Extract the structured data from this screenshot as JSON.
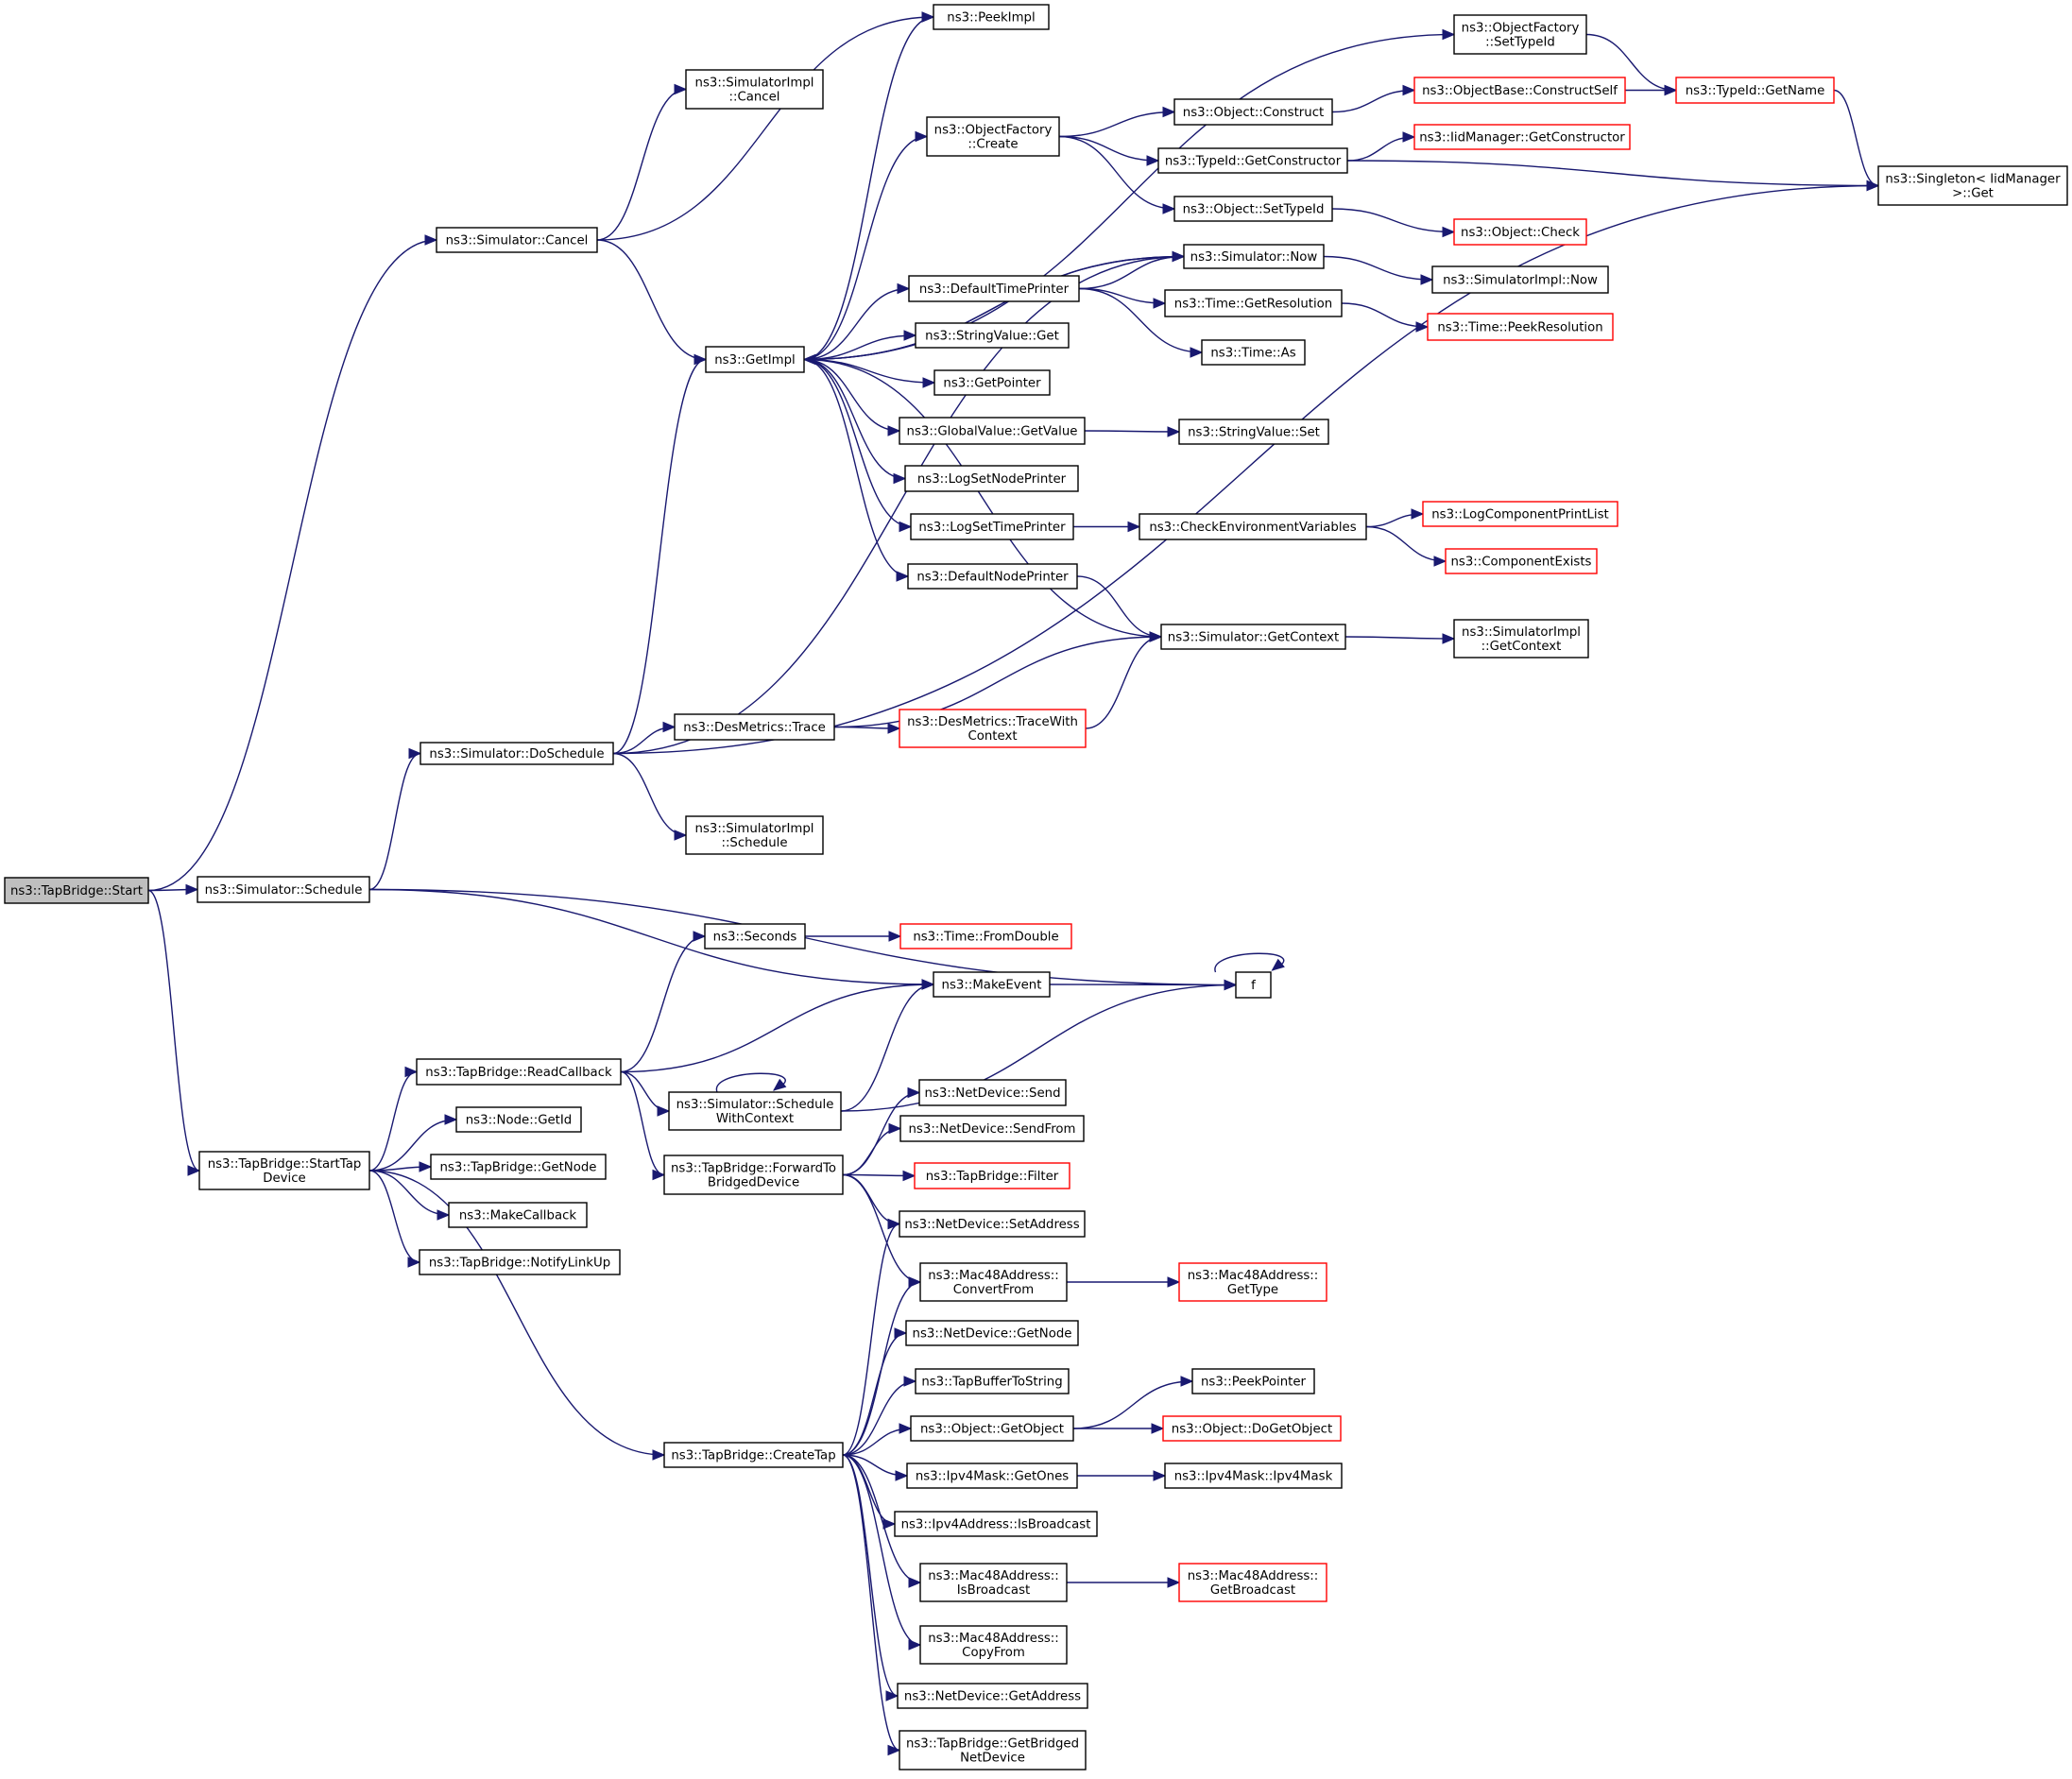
{
  "colors": {
    "edge": "#191970",
    "node_border": "#000000",
    "truncated_node_border": "#ff0000",
    "root_fill": "#bfbfbf",
    "node_fill": "#ffffff"
  },
  "nodes": {
    "start": {
      "lines": [
        "ns3::TapBridge::Start"
      ],
      "style": "root"
    },
    "sim_cancel": {
      "lines": [
        "ns3::Simulator::Cancel"
      ],
      "style": "normal"
    },
    "simimpl_cancel": {
      "lines": [
        "ns3::SimulatorImpl",
        "::Cancel"
      ],
      "style": "normal"
    },
    "peekimpl": {
      "lines": [
        "ns3::PeekImpl"
      ],
      "style": "normal"
    },
    "getimpl": {
      "lines": [
        "ns3::GetImpl"
      ],
      "style": "normal"
    },
    "of_settypeid": {
      "lines": [
        "ns3::ObjectFactory",
        "::SetTypeId"
      ],
      "style": "normal"
    },
    "of_create": {
      "lines": [
        "ns3::ObjectFactory",
        "::Create"
      ],
      "style": "normal"
    },
    "obj_construct": {
      "lines": [
        "ns3::Object::Construct"
      ],
      "style": "normal"
    },
    "objbase_constructself": {
      "lines": [
        "ns3::ObjectBase::ConstructSelf"
      ],
      "style": "red"
    },
    "typeid_getname": {
      "lines": [
        "ns3::TypeId::GetName"
      ],
      "style": "red"
    },
    "iidmanager_getconstructor": {
      "lines": [
        "ns3::IidManager::GetConstructor"
      ],
      "style": "red"
    },
    "typeid_getconstructor": {
      "lines": [
        "ns3::TypeId::GetConstructor"
      ],
      "style": "normal"
    },
    "singleton_get": {
      "lines": [
        "ns3::Singleton< IidManager",
        " >::Get"
      ],
      "style": "normal"
    },
    "obj_settypeid": {
      "lines": [
        "ns3::Object::SetTypeId"
      ],
      "style": "normal"
    },
    "obj_check": {
      "lines": [
        "ns3::Object::Check"
      ],
      "style": "red"
    },
    "sim_now": {
      "lines": [
        "ns3::Simulator::Now"
      ],
      "style": "normal"
    },
    "simimpl_now": {
      "lines": [
        "ns3::SimulatorImpl::Now"
      ],
      "style": "normal"
    },
    "defaulttimeprinter": {
      "lines": [
        "ns3::DefaultTimePrinter"
      ],
      "style": "normal"
    },
    "time_getresolution": {
      "lines": [
        "ns3::Time::GetResolution"
      ],
      "style": "normal"
    },
    "time_peekresolution": {
      "lines": [
        "ns3::Time::PeekResolution"
      ],
      "style": "red"
    },
    "time_as": {
      "lines": [
        "ns3::Time::As"
      ],
      "style": "normal"
    },
    "stringvalue_get": {
      "lines": [
        "ns3::StringValue::Get"
      ],
      "style": "normal"
    },
    "getpointer": {
      "lines": [
        "ns3::GetPointer"
      ],
      "style": "normal"
    },
    "globalvalue_getvalue": {
      "lines": [
        "ns3::GlobalValue::GetValue"
      ],
      "style": "normal"
    },
    "stringvalue_set": {
      "lines": [
        "ns3::StringValue::Set"
      ],
      "style": "normal"
    },
    "logsetnodeprinter": {
      "lines": [
        "ns3::LogSetNodePrinter"
      ],
      "style": "normal"
    },
    "logsettimeprinter": {
      "lines": [
        "ns3::LogSetTimePrinter"
      ],
      "style": "normal"
    },
    "checkenv": {
      "lines": [
        "ns3::CheckEnvironmentVariables"
      ],
      "style": "normal"
    },
    "logcomponentprintlist": {
      "lines": [
        "ns3::LogComponentPrintList"
      ],
      "style": "red"
    },
    "componentexists": {
      "lines": [
        "ns3::ComponentExists"
      ],
      "style": "red"
    },
    "defaultnodeprinter": {
      "lines": [
        "ns3::DefaultNodePrinter"
      ],
      "style": "normal"
    },
    "sim_getcontext": {
      "lines": [
        "ns3::Simulator::GetContext"
      ],
      "style": "normal"
    },
    "simimpl_getcontext": {
      "lines": [
        "ns3::SimulatorImpl",
        "::GetContext"
      ],
      "style": "normal"
    },
    "desmetrics_trace": {
      "lines": [
        "ns3::DesMetrics::Trace"
      ],
      "style": "normal"
    },
    "desmetrics_tracewithcontext": {
      "lines": [
        "ns3::DesMetrics::TraceWith",
        "Context"
      ],
      "style": "red"
    },
    "sim_doschedule": {
      "lines": [
        "ns3::Simulator::DoSchedule"
      ],
      "style": "normal"
    },
    "simimpl_schedule": {
      "lines": [
        "ns3::SimulatorImpl",
        "::Schedule"
      ],
      "style": "normal"
    },
    "sim_schedule": {
      "lines": [
        "ns3::Simulator::Schedule"
      ],
      "style": "normal"
    },
    "seconds": {
      "lines": [
        "ns3::Seconds"
      ],
      "style": "normal"
    },
    "time_fromdouble": {
      "lines": [
        "ns3::Time::FromDouble"
      ],
      "style": "red"
    },
    "makeevent": {
      "lines": [
        "ns3::MakeEvent"
      ],
      "style": "normal"
    },
    "f": {
      "lines": [
        "f"
      ],
      "style": "normal"
    },
    "tb_readcallback": {
      "lines": [
        "ns3::TapBridge::ReadCallback"
      ],
      "style": "normal"
    },
    "sim_schedulewithcontext": {
      "lines": [
        "ns3::Simulator::Schedule",
        "WithContext"
      ],
      "style": "normal"
    },
    "nd_send": {
      "lines": [
        "ns3::NetDevice::Send"
      ],
      "style": "normal"
    },
    "node_getid": {
      "lines": [
        "ns3::Node::GetId"
      ],
      "style": "normal"
    },
    "nd_sendfrom": {
      "lines": [
        "ns3::NetDevice::SendFrom"
      ],
      "style": "normal"
    },
    "tb_starttapdevice": {
      "lines": [
        "ns3::TapBridge::StartTap",
        "Device"
      ],
      "style": "normal"
    },
    "tb_getnode": {
      "lines": [
        "ns3::TapBridge::GetNode"
      ],
      "style": "normal"
    },
    "tb_forwardtobridged": {
      "lines": [
        "ns3::TapBridge::ForwardTo",
        "BridgedDevice"
      ],
      "style": "normal"
    },
    "tb_filter": {
      "lines": [
        "ns3::TapBridge::Filter"
      ],
      "style": "red"
    },
    "makecallback": {
      "lines": [
        "ns3::MakeCallback"
      ],
      "style": "normal"
    },
    "nd_setaddress": {
      "lines": [
        "ns3::NetDevice::SetAddress"
      ],
      "style": "normal"
    },
    "tb_notifylinkup": {
      "lines": [
        "ns3::TapBridge::NotifyLinkUp"
      ],
      "style": "normal"
    },
    "mac48_convertfrom": {
      "lines": [
        "ns3::Mac48Address::",
        "ConvertFrom"
      ],
      "style": "normal"
    },
    "mac48_gettype": {
      "lines": [
        "ns3::Mac48Address::",
        "GetType"
      ],
      "style": "red"
    },
    "nd_getnode": {
      "lines": [
        "ns3::NetDevice::GetNode"
      ],
      "style": "normal"
    },
    "tapbuffertostring": {
      "lines": [
        "ns3::TapBufferToString"
      ],
      "style": "normal"
    },
    "peekpointer": {
      "lines": [
        "ns3::PeekPointer"
      ],
      "style": "normal"
    },
    "obj_getobject": {
      "lines": [
        "ns3::Object::GetObject"
      ],
      "style": "normal"
    },
    "obj_dogetobject": {
      "lines": [
        "ns3::Object::DoGetObject"
      ],
      "style": "red"
    },
    "tb_createtap": {
      "lines": [
        "ns3::TapBridge::CreateTap"
      ],
      "style": "normal"
    },
    "ipv4mask_getones": {
      "lines": [
        "ns3::Ipv4Mask::GetOnes"
      ],
      "style": "normal"
    },
    "ipv4mask_ipv4mask": {
      "lines": [
        "ns3::Ipv4Mask::Ipv4Mask"
      ],
      "style": "normal"
    },
    "ipv4addr_isbroadcast": {
      "lines": [
        "ns3::Ipv4Address::IsBroadcast"
      ],
      "style": "normal"
    },
    "mac48_isbroadcast": {
      "lines": [
        "ns3::Mac48Address::",
        "IsBroadcast"
      ],
      "style": "normal"
    },
    "mac48_getbroadcast": {
      "lines": [
        "ns3::Mac48Address::",
        "GetBroadcast"
      ],
      "style": "red"
    },
    "mac48_copyfrom": {
      "lines": [
        "ns3::Mac48Address::",
        "CopyFrom"
      ],
      "style": "normal"
    },
    "nd_getaddress": {
      "lines": [
        "ns3::NetDevice::GetAddress"
      ],
      "style": "normal"
    },
    "tb_getbridgednetdevice": {
      "lines": [
        "ns3::TapBridge::GetBridged",
        "NetDevice"
      ],
      "style": "normal"
    }
  },
  "edges": [
    [
      "start",
      "sim_cancel"
    ],
    [
      "start",
      "sim_schedule"
    ],
    [
      "start",
      "tb_starttapdevice"
    ],
    [
      "sim_cancel",
      "simimpl_cancel"
    ],
    [
      "sim_cancel",
      "peekimpl"
    ],
    [
      "sim_cancel",
      "getimpl"
    ],
    [
      "getimpl",
      "peekimpl"
    ],
    [
      "getimpl",
      "of_settypeid"
    ],
    [
      "getimpl",
      "of_create"
    ],
    [
      "getimpl",
      "sim_now"
    ],
    [
      "getimpl",
      "defaulttimeprinter"
    ],
    [
      "getimpl",
      "stringvalue_get"
    ],
    [
      "getimpl",
      "getpointer"
    ],
    [
      "getimpl",
      "globalvalue_getvalue"
    ],
    [
      "getimpl",
      "logsetnodeprinter"
    ],
    [
      "getimpl",
      "logsettimeprinter"
    ],
    [
      "getimpl",
      "defaultnodeprinter"
    ],
    [
      "of_settypeid",
      "typeid_getname"
    ],
    [
      "of_create",
      "obj_construct"
    ],
    [
      "of_create",
      "typeid_getconstructor"
    ],
    [
      "of_create",
      "obj_settypeid"
    ],
    [
      "obj_construct",
      "objbase_constructself"
    ],
    [
      "objbase_constructself",
      "typeid_getname"
    ],
    [
      "typeid_getname",
      "singleton_get"
    ],
    [
      "typeid_getconstructor",
      "iidmanager_getconstructor"
    ],
    [
      "typeid_getconstructor",
      "singleton_get"
    ],
    [
      "obj_settypeid",
      "obj_check"
    ],
    [
      "sim_now",
      "simimpl_now"
    ],
    [
      "sim_now",
      "getimpl"
    ],
    [
      "defaulttimeprinter",
      "sim_now"
    ],
    [
      "defaulttimeprinter",
      "time_getresolution"
    ],
    [
      "defaulttimeprinter",
      "time_as"
    ],
    [
      "time_getresolution",
      "time_peekresolution"
    ],
    [
      "globalvalue_getvalue",
      "stringvalue_set"
    ],
    [
      "logsettimeprinter",
      "checkenv"
    ],
    [
      "checkenv",
      "logcomponentprintlist"
    ],
    [
      "checkenv",
      "componentexists"
    ],
    [
      "defaultnodeprinter",
      "sim_getcontext"
    ],
    [
      "sim_getcontext",
      "getimpl"
    ],
    [
      "sim_getcontext",
      "simimpl_getcontext"
    ],
    [
      "sim_doschedule",
      "sim_now"
    ],
    [
      "sim_doschedule",
      "getimpl"
    ],
    [
      "sim_doschedule",
      "desmetrics_trace"
    ],
    [
      "sim_doschedule",
      "simimpl_schedule"
    ],
    [
      "sim_doschedule",
      "singleton_get"
    ],
    [
      "desmetrics_trace",
      "sim_getcontext"
    ],
    [
      "desmetrics_trace",
      "desmetrics_tracewithcontext"
    ],
    [
      "desmetrics_tracewithcontext",
      "sim_getcontext"
    ],
    [
      "sim_schedule",
      "sim_doschedule"
    ],
    [
      "sim_schedule",
      "makeevent"
    ],
    [
      "sim_schedule",
      "f"
    ],
    [
      "seconds",
      "time_fromdouble"
    ],
    [
      "makeevent",
      "f"
    ],
    [
      "f",
      "f"
    ],
    [
      "tb_readcallback",
      "seconds"
    ],
    [
      "tb_readcallback",
      "makeevent"
    ],
    [
      "tb_readcallback",
      "sim_schedulewithcontext"
    ],
    [
      "tb_readcallback",
      "tb_forwardtobridged"
    ],
    [
      "sim_schedulewithcontext",
      "makeevent"
    ],
    [
      "sim_schedulewithcontext",
      "f"
    ],
    [
      "sim_schedulewithcontext",
      "sim_schedulewithcontext"
    ],
    [
      "tb_starttapdevice",
      "tb_readcallback"
    ],
    [
      "tb_starttapdevice",
      "node_getid"
    ],
    [
      "tb_starttapdevice",
      "tb_getnode"
    ],
    [
      "tb_starttapdevice",
      "makecallback"
    ],
    [
      "tb_starttapdevice",
      "tb_notifylinkup"
    ],
    [
      "tb_starttapdevice",
      "tb_createtap"
    ],
    [
      "tb_forwardtobridged",
      "nd_send"
    ],
    [
      "tb_forwardtobridged",
      "nd_sendfrom"
    ],
    [
      "tb_forwardtobridged",
      "tb_filter"
    ],
    [
      "tb_forwardtobridged",
      "nd_setaddress"
    ],
    [
      "tb_forwardtobridged",
      "mac48_convertfrom"
    ],
    [
      "mac48_convertfrom",
      "mac48_gettype"
    ],
    [
      "obj_getobject",
      "peekpointer"
    ],
    [
      "obj_getobject",
      "obj_dogetobject"
    ],
    [
      "ipv4mask_getones",
      "ipv4mask_ipv4mask"
    ],
    [
      "mac48_isbroadcast",
      "mac48_getbroadcast"
    ],
    [
      "tb_createtap",
      "nd_setaddress"
    ],
    [
      "tb_createtap",
      "mac48_convertfrom"
    ],
    [
      "tb_createtap",
      "nd_getnode"
    ],
    [
      "tb_createtap",
      "tapbuffertostring"
    ],
    [
      "tb_createtap",
      "obj_getobject"
    ],
    [
      "tb_createtap",
      "ipv4mask_getones"
    ],
    [
      "tb_createtap",
      "ipv4addr_isbroadcast"
    ],
    [
      "tb_createtap",
      "mac48_isbroadcast"
    ],
    [
      "tb_createtap",
      "mac48_copyfrom"
    ],
    [
      "tb_createtap",
      "nd_getaddress"
    ],
    [
      "tb_createtap",
      "tb_getbridgednetdevice"
    ]
  ]
}
